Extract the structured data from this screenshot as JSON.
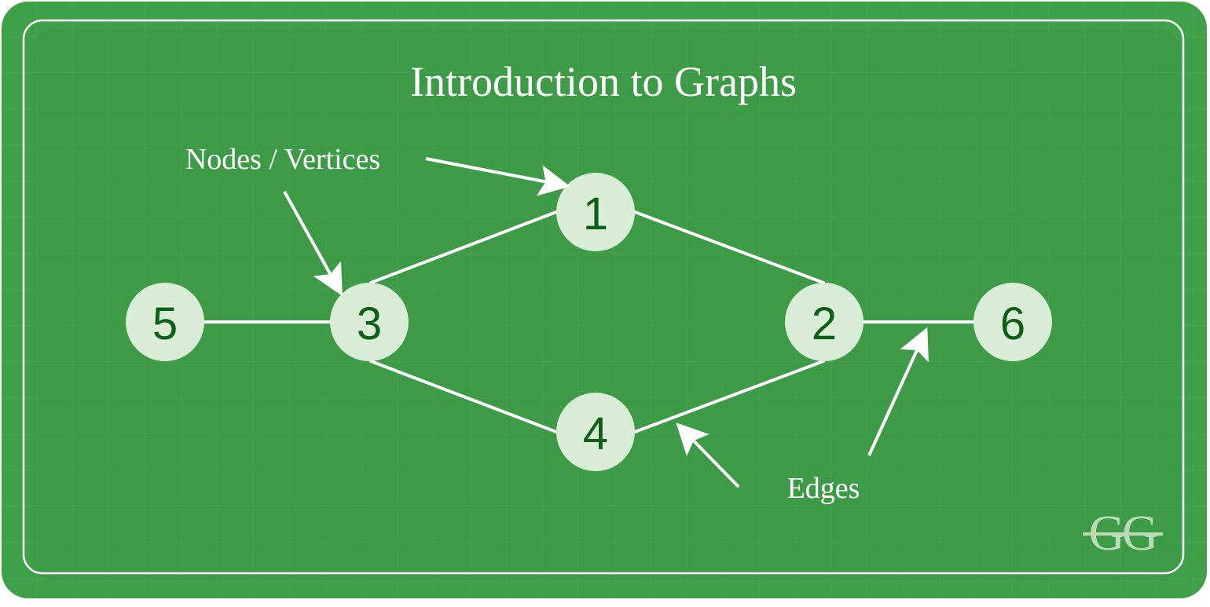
{
  "title": "Introduction to Graphs",
  "colors": {
    "background": "#3fa04a",
    "node_fill": "#d9ecd6",
    "node_text": "#0b5f17",
    "line": "#ffffff",
    "logo": "#b9dcb5"
  },
  "nodes": [
    {
      "id": "1",
      "label": "1"
    },
    {
      "id": "2",
      "label": "2"
    },
    {
      "id": "3",
      "label": "3"
    },
    {
      "id": "4",
      "label": "4"
    },
    {
      "id": "5",
      "label": "5"
    },
    {
      "id": "6",
      "label": "6"
    }
  ],
  "edges": [
    {
      "from": "5",
      "to": "3"
    },
    {
      "from": "3",
      "to": "1"
    },
    {
      "from": "1",
      "to": "2"
    },
    {
      "from": "3",
      "to": "4"
    },
    {
      "from": "4",
      "to": "2"
    },
    {
      "from": "2",
      "to": "6"
    }
  ],
  "annotations": {
    "nodes_label": "Nodes / Vertices",
    "edges_label": "Edges"
  },
  "logo": {
    "text": "GG",
    "icon": "geeksforgeeks-logo-icon"
  }
}
